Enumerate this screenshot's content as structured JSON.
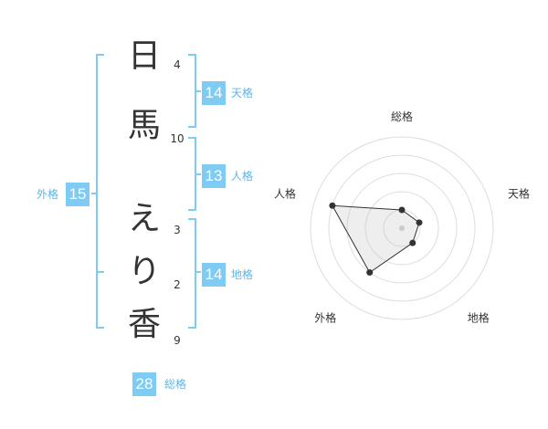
{
  "name": {
    "characters": [
      {
        "char": "日",
        "strokes": "4"
      },
      {
        "char": "馬",
        "strokes": "10"
      },
      {
        "char": "え",
        "strokes": "3"
      },
      {
        "char": "り",
        "strokes": "2"
      },
      {
        "char": "香",
        "strokes": "9"
      }
    ]
  },
  "fortune": {
    "tenkaku": {
      "label": "天格",
      "value": "14"
    },
    "jinkaku": {
      "label": "人格",
      "value": "13"
    },
    "chikaku": {
      "label": "地格",
      "value": "14"
    },
    "gaikaku": {
      "label": "外格",
      "value": "15"
    },
    "soukaku": {
      "label": "総格",
      "value": "28"
    }
  },
  "colors": {
    "accent": "#7ecbf3",
    "accent_text": "#5bb5ea",
    "line": "#7ecbf3"
  },
  "chart_data": {
    "type": "radar",
    "axes": [
      "総格",
      "天格",
      "地格",
      "外格",
      "人格"
    ],
    "values": [
      1,
      1,
      1,
      3,
      4
    ],
    "max": 5,
    "grid": true
  }
}
